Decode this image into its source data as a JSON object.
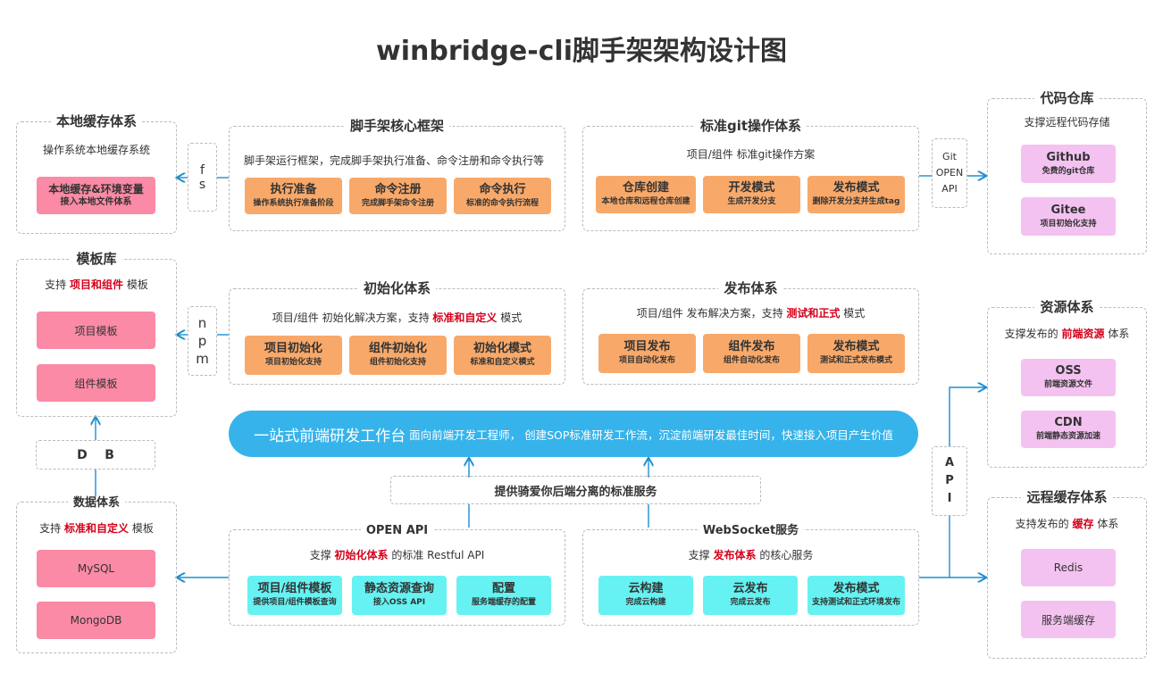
{
  "title": "winbridge-cli脚手架架构设计图",
  "local_cache": {
    "title": "本地缓存体系",
    "desc": "操作系统本地缓存系统",
    "chip_l1": "本地缓存&环境变量",
    "chip_l2": "接入本地文件体系"
  },
  "core": {
    "title": "脚手架核心框架",
    "desc": "脚手架运行框架，完成脚手架执行准备、命令注册和命令执行等",
    "chips": [
      {
        "l1": "执行准备",
        "l2": "操作系统执行准备阶段"
      },
      {
        "l1": "命令注册",
        "l2": "完成脚手架命令注册"
      },
      {
        "l1": "命令执行",
        "l2": "标准的命令执行流程"
      }
    ]
  },
  "git": {
    "title": "标准git操作体系",
    "desc": "项目/组件 标准git操作方案",
    "chips": [
      {
        "l1": "仓库创建",
        "l2": "本地仓库和远程仓库创建"
      },
      {
        "l1": "开发模式",
        "l2": "生成开发分支"
      },
      {
        "l1": "发布模式",
        "l2": "删除开发分支并生成tag"
      }
    ]
  },
  "repo": {
    "title": "代码仓库",
    "desc": "支撑远程代码存储",
    "chips": [
      {
        "l1": "Github",
        "l2": "免费的git仓库"
      },
      {
        "l1": "Gitee",
        "l2": "项目初始化支持"
      }
    ]
  },
  "fs": {
    "chars": [
      "f",
      "s"
    ]
  },
  "git_api": {
    "lines": [
      "Git",
      "OPEN",
      "API"
    ]
  },
  "template": {
    "title": "模板库",
    "desc_pre": "支持 ",
    "desc_hl": "项目和组件",
    "desc_post": " 模板",
    "items": [
      "项目模板",
      "组件模板"
    ]
  },
  "npm": {
    "chars": [
      "n",
      "p",
      "m"
    ]
  },
  "init": {
    "title": "初始化体系",
    "desc_pre": "项目/组件 初始化解决方案，支持 ",
    "desc_hl": "标准和自定义",
    "desc_post": " 模式",
    "chips": [
      {
        "l1": "项目初始化",
        "l2": "项目初始化支持"
      },
      {
        "l1": "组件初始化",
        "l2": "组件初始化支持"
      },
      {
        "l1": "初始化模式",
        "l2": "标准和自定义模式"
      }
    ]
  },
  "publish": {
    "title": "发布体系",
    "desc_pre": "项目/组件 发布解决方案，支持 ",
    "desc_hl": "测试和正式",
    "desc_post": " 模式",
    "chips": [
      {
        "l1": "项目发布",
        "l2": "项目自动化发布"
      },
      {
        "l1": "组件发布",
        "l2": "组件自动化发布"
      },
      {
        "l1": "发布模式",
        "l2": "测试和正式发布模式"
      }
    ]
  },
  "resource": {
    "title": "资源体系",
    "desc_pre": "支撑发布的 ",
    "desc_hl": "前端资源",
    "desc_post": " 体系",
    "chips": [
      {
        "l1": "OSS",
        "l2": "前端资源文件"
      },
      {
        "l1": "CDN",
        "l2": "前端静态资源加速"
      }
    ]
  },
  "banner": {
    "big": "一站式前端研发工作台",
    "small": "面向前端开发工程师， 创建SOP标准研发工作流，沉淀前端研发最佳时间，快速接入项目产生价值"
  },
  "db": {
    "label": "D    B"
  },
  "api_v": {
    "chars": [
      "A",
      "P",
      "I"
    ]
  },
  "service": {
    "label": "提供骑爱你后端分离的标准服务"
  },
  "data": {
    "title": "数据体系",
    "desc_pre": "支持 ",
    "desc_hl": "标准和自定义",
    "desc_post": " 模板",
    "items": [
      "MySQL",
      "MongoDB"
    ]
  },
  "openapi": {
    "title": "OPEN API",
    "desc_pre": "支撑 ",
    "desc_hl": "初始化体系",
    "desc_post": " 的标准 Restful API",
    "chips": [
      {
        "l1": "项目/组件模板",
        "l2": "提供项目/组件模板查询"
      },
      {
        "l1": "静态资源查询",
        "l2": "接入OSS API"
      },
      {
        "l1": "配置",
        "l2": "服务端缓存的配置"
      }
    ]
  },
  "ws": {
    "title": "WebSocket服务",
    "desc_pre": "支撑 ",
    "desc_hl": "发布体系",
    "desc_post": " 的核心服务",
    "chips": [
      {
        "l1": "云构建",
        "l2": "完成云构建"
      },
      {
        "l1": "云发布",
        "l2": "完成云发布"
      },
      {
        "l1": "发布模式",
        "l2": "支持测试和正式环境发布"
      }
    ]
  },
  "remote_cache": {
    "title": "远程缓存体系",
    "desc_pre": "支持发布的 ",
    "desc_hl": "缓存",
    "desc_post": " 体系",
    "items": [
      "Redis",
      "服务端缓存"
    ]
  },
  "colors": {
    "arrow": "#1b8fd2",
    "banner": "#36b3ea",
    "highlight": "#d4001a"
  }
}
